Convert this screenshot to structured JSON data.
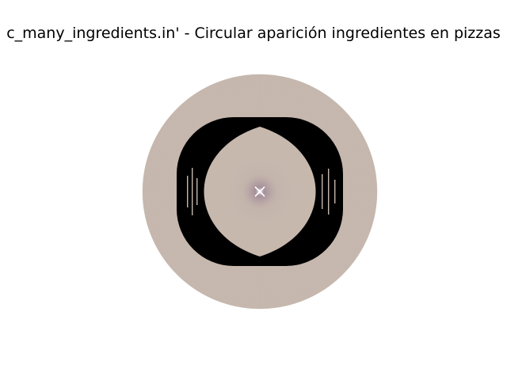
{
  "chart_data": {
    "type": "pie",
    "title": "c_many_ingredients.in' - Circular aparición ingredientes en pizzas",
    "series_count": 3,
    "slice_count_per_ring": 360,
    "rings": [
      {
        "name": "",
        "role": "outer",
        "color": "#c5b7ad",
        "values": "equal"
      },
      {
        "name": "",
        "role": "middle",
        "color": "#000000",
        "values": "equal"
      },
      {
        "name": "",
        "role": "inner",
        "color": "#c7b8ae",
        "values": "equal"
      }
    ],
    "colors": {
      "ring_fill": "#c5b7ad",
      "center_highlight": "#ffffff",
      "center_tint": "#8a6f8c",
      "edge_dark": "#000000"
    },
    "legend": "none",
    "grid": false
  }
}
